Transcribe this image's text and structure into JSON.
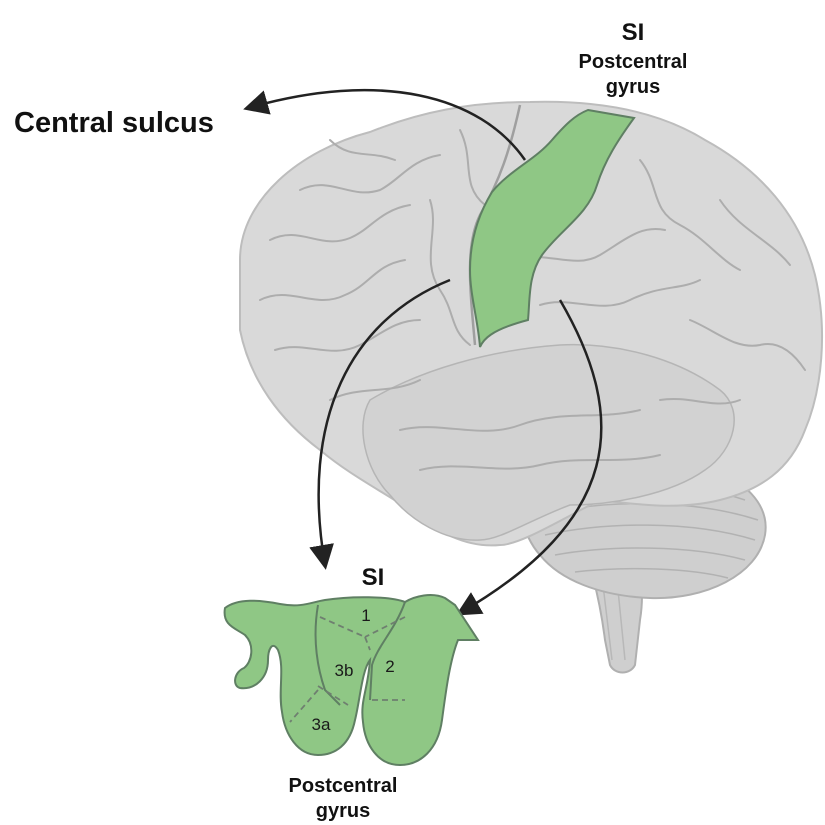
{
  "labels": {
    "central_sulcus": "Central sulcus",
    "top_si": "SI",
    "top_gyrus_line1": "Postcentral",
    "top_gyrus_line2": "gyrus",
    "bottom_si": "SI",
    "bottom_gyrus_line1": "Postcentral",
    "bottom_gyrus_line2": "gyrus"
  },
  "areas": [
    "1",
    "2",
    "3b",
    "3a"
  ],
  "colors": {
    "brain_fill": "#d9d9d9",
    "brain_shadow": "#bdbdbd",
    "brain_fold": "#a9a9a9",
    "gyrus_fill": "#8fc785",
    "gyrus_stroke": "#5f7f63",
    "arrow": "#222222"
  }
}
